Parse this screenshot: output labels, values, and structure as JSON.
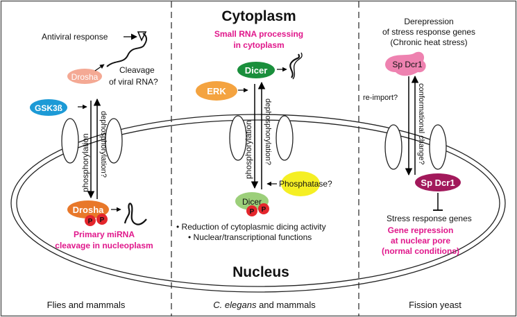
{
  "headings": {
    "cytoplasm": "Cytoplasm",
    "nucleus": "Nucleus"
  },
  "panels": {
    "left": {
      "caption": "Flies and mammals",
      "antiviral": "Antiviral response",
      "drosha_top": "Drosha",
      "cleavage_line1": "Cleavage",
      "cleavage_line2": "of viral RNA?",
      "gsk": "GSK3ß",
      "phosphorylation": "phosphorylation",
      "dephosphorylation": "dephosphorylation?",
      "drosha_bottom": "Drosha",
      "p1": "P",
      "p2": "P",
      "primary_line1": "Primary miRNA",
      "primary_line2": "cleavage in nucleoplasm"
    },
    "middle": {
      "caption_italic": "C. elegans",
      "caption_rest": " and mammals",
      "small_rna_line1": "Small RNA processing",
      "small_rna_line2": "in cytoplasm",
      "dicer_top": "Dicer",
      "erk": "ERK",
      "phosphorylation": "phosphorylation",
      "dephosphorylation": "dephosphorylation?",
      "phosphatase": "Phosphatase?",
      "dicer_bottom": "Dicer",
      "p1": "P",
      "p2": "P",
      "bullet1": "• Reduction of cytoplasmic dicing activity",
      "bullet2": "• Nuclear/transcriptional functions"
    },
    "right": {
      "caption": "Fission yeast",
      "derepression_line1": "Derepression",
      "derepression_line2": "of stress response genes",
      "derepression_line3": "(Chronic heat stress)",
      "spdcr1_top": "Sp Dcr1",
      "reimport": "re-import?",
      "conformational": "conformational change?",
      "spdcr1_bottom": "Sp Dcr1",
      "stress_genes": "Stress response genes",
      "repression_line1": "Gene repression",
      "repression_line2": "at nuclear pore",
      "repression_line3": "(normal conditions)"
    }
  },
  "colors": {
    "drosha_top": "#f4a994",
    "drosha_bottom": "#e8782a",
    "gsk": "#1c9ad6",
    "dicer_top": "#1a8f3c",
    "erk": "#f4a340",
    "dicer_bottom": "#9ccf7a",
    "phosphatase": "#f5ef24",
    "phospho": "#e4262c",
    "spdcr1_top": "#ee82b0",
    "spdcr1_bottom": "#a2195b",
    "magenta_text": "#e0178b"
  }
}
